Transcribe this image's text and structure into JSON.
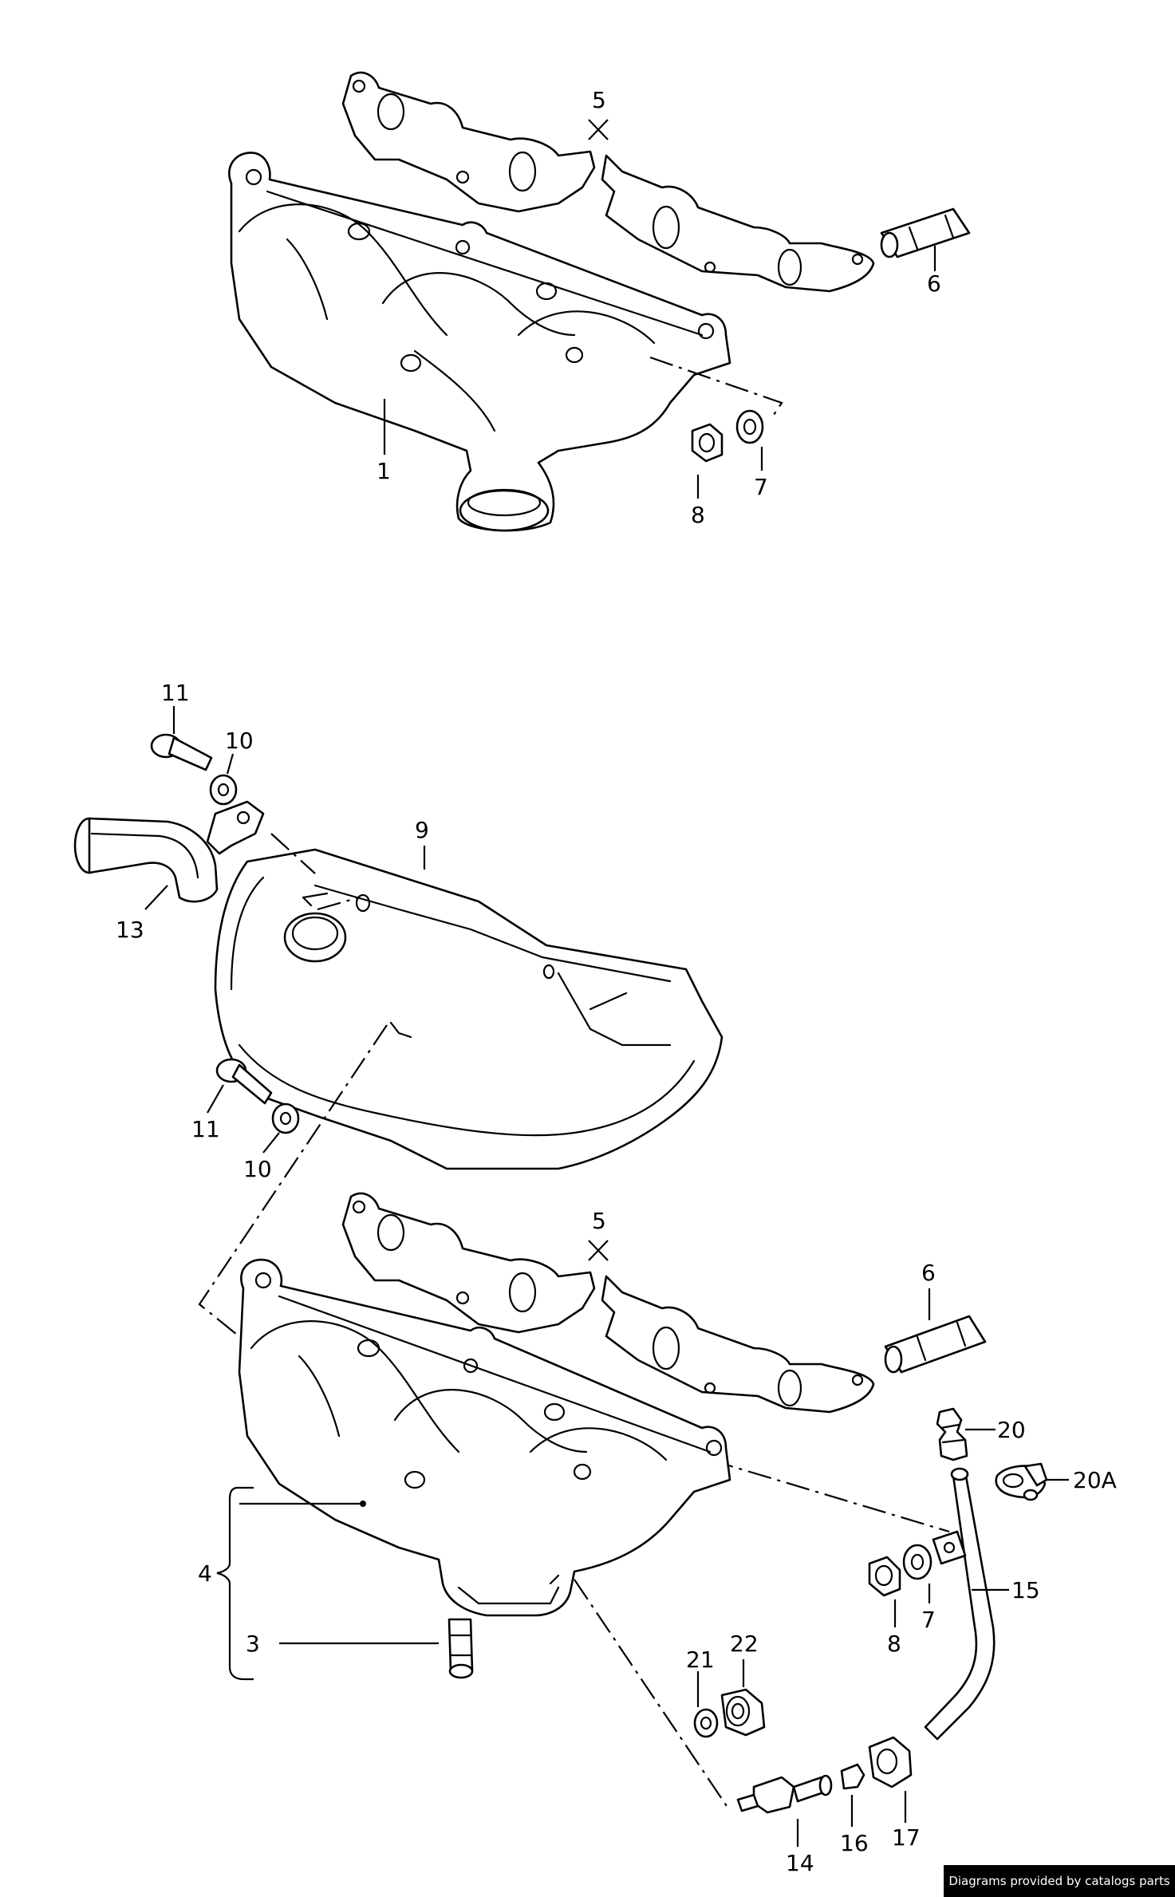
{
  "callouts": {
    "top": {
      "p1": "1",
      "p5": "5",
      "p6": "6",
      "p7": "7",
      "p8": "8"
    },
    "bottom": {
      "p9": "9",
      "p10a": "10",
      "p10b": "10",
      "p11a": "11",
      "p11b": "11",
      "p13": "13",
      "p5": "5",
      "p6": "6",
      "p4": "4",
      "p3": "3",
      "p7": "7",
      "p8": "8",
      "p14": "14",
      "p15": "15",
      "p16": "16",
      "p17": "17",
      "p20": "20",
      "p20a": "20A",
      "p21": "21",
      "p22": "22"
    }
  },
  "footer": {
    "credit": "Diagrams provided by catalogs parts"
  },
  "colors": {
    "line": "#000000",
    "background": "#ffffff",
    "footer_bg": "#000000",
    "footer_text": "#ffffff"
  },
  "icons": [
    "exhaust-manifold",
    "gasket",
    "stud",
    "washer",
    "nut",
    "heat-shield",
    "bolt",
    "pipe",
    "clamp",
    "fitting"
  ]
}
